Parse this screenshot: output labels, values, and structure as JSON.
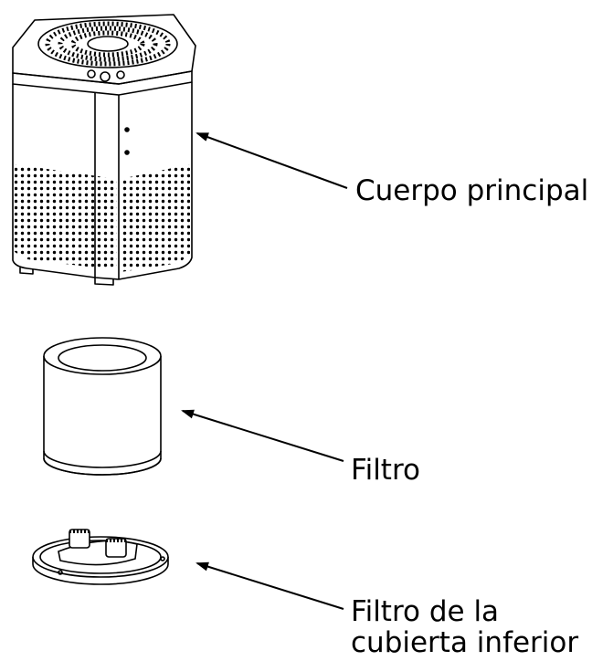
{
  "labels": {
    "main_body": "Cuerpo principal",
    "filter": "Filtro",
    "bottom_cover_line1": "Filtro de la",
    "bottom_cover_line2": "cubierta inferior"
  },
  "colors": {
    "line": "#000000",
    "background": "#ffffff"
  }
}
